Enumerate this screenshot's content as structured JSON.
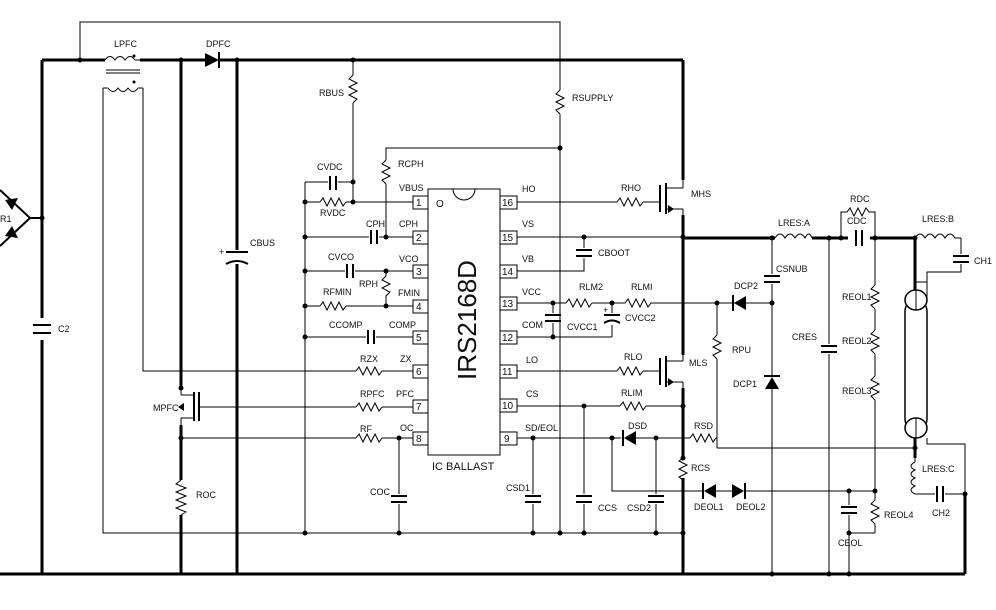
{
  "chip": {
    "name": "IRS2168D",
    "caption": "IC BALLAST"
  },
  "pins": [
    {
      "num": "1",
      "name": "VBUS"
    },
    {
      "num": "2",
      "name": "CPH"
    },
    {
      "num": "3",
      "name": "VCO"
    },
    {
      "num": "4",
      "name": "FMIN"
    },
    {
      "num": "5",
      "name": "COMP"
    },
    {
      "num": "6",
      "name": "ZX"
    },
    {
      "num": "7",
      "name": "PFC"
    },
    {
      "num": "8",
      "name": "OC"
    },
    {
      "num": "9",
      "name": "SD/EOL"
    },
    {
      "num": "10",
      "name": "CS"
    },
    {
      "num": "11",
      "name": "LO"
    },
    {
      "num": "12",
      "name": "COM"
    },
    {
      "num": "13",
      "name": "VCC"
    },
    {
      "num": "14",
      "name": "VB"
    },
    {
      "num": "15",
      "name": "VS"
    },
    {
      "num": "16",
      "name": "HO"
    }
  ],
  "pin1_marker": "O",
  "labels": {
    "lpfc": "LPFC",
    "dpfc": "DPFC",
    "rbus": "RBUS",
    "rsupply": "RSUPPLY",
    "rcph": "RCPH",
    "cvdc": "CVDC",
    "rvdc": "RVDC",
    "cph": "CPH",
    "cvco": "CVCO",
    "rph": "RPH",
    "rfmin": "RFMIN",
    "ccomp": "CCOMP",
    "rzx": "RZX",
    "rpfc": "RPFC",
    "rf": "RF",
    "coc": "COC",
    "csd1": "CSD1",
    "ccs": "CCS",
    "csd2": "CSD2",
    "cboot": "CBOOT",
    "rlm2": "RLM2",
    "rlm1": "RLMI",
    "cvcc1": "CVCC1",
    "cvcc2": "CVCC2",
    "rho": "RHO",
    "mhs": "MHS",
    "rlo": "RLO",
    "mls": "MLS",
    "rlim": "RLIM",
    "rsd": "RSD",
    "dsd": "DSD",
    "rcs": "RCS",
    "rpu": "RPU",
    "dcp2": "DCP2",
    "dcp1": "DCP1",
    "csnub": "CSNUB",
    "lresa": "LRES:A",
    "cres": "CRES",
    "rdc": "RDC",
    "cdc": "CDC",
    "lresb": "LRES:B",
    "ch1": "CH1",
    "reol1": "REOL1",
    "reol2": "REOL2",
    "reol3": "REOL3",
    "lresc": "LRES:C",
    "ch2": "CH2",
    "reol4": "REOL4",
    "ceol": "CEOL",
    "deol1": "DEOL1",
    "deol2": "DEOL2",
    "cbus": "CBUS",
    "c2": "C2",
    "mpfc": "MPFC",
    "roc": "ROC",
    "r1": "R1"
  }
}
